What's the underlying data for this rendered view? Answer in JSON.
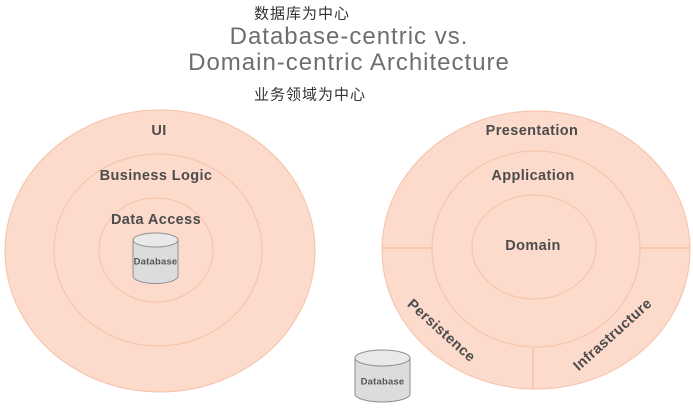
{
  "header": {
    "zh_top": "数据库为中心",
    "title_line1": "Database-centric vs.",
    "title_line2": "Domain-centric Architecture",
    "zh_bottom": "业务领域为中心"
  },
  "left_diagram": {
    "name": "database-centric-architecture",
    "rings": [
      "UI",
      "Business Logic",
      "Data Access"
    ],
    "database_label": "Database"
  },
  "right_diagram": {
    "name": "domain-centric-architecture",
    "rings": [
      "Presentation",
      "Application",
      "Domain"
    ],
    "segments": [
      "Persistence",
      "Infrastructure"
    ],
    "database_label": "Database"
  },
  "colors": {
    "ring_fill": "#fcdacc",
    "ring_stroke": "#f5c2a6",
    "title_gray": "#6e6e6e",
    "caption_dark": "#333333",
    "label_dark": "#4c4c4c",
    "cylinder_fill": "#dcdcdc",
    "cylinder_top": "#e9e9e9",
    "cylinder_stroke": "#8f8f8f"
  }
}
